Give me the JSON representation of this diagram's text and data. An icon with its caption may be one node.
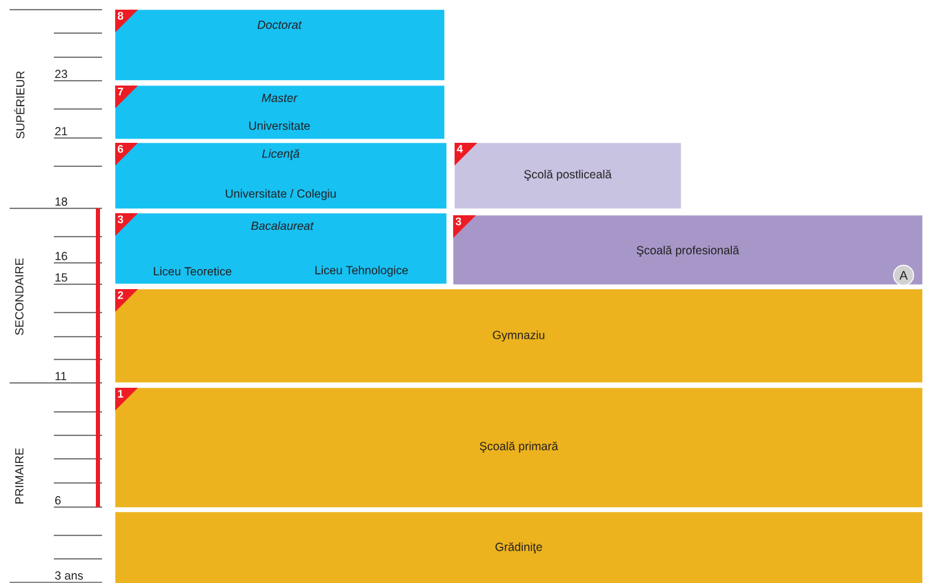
{
  "diagram": {
    "nodes": [
      {
        "text": [
          "8",
          "Doctorat"
        ]
      },
      {
        "text": [
          "7",
          "Master",
          "Universitate"
        ]
      },
      {
        "text": [
          "6",
          "Licenţă",
          "Universitate / Colegiu"
        ]
      },
      {
        "text": [
          "4",
          "Şcolă postliceală"
        ]
      },
      {
        "text": [
          "3",
          "Bacalaureat",
          "Liceu Teoretice",
          "Liceu Tehnologice"
        ]
      },
      {
        "text": [
          "3",
          "Şcoală profesională"
        ]
      },
      {
        "text": [
          "A"
        ],
        "in": 5
      },
      {
        "text": [
          "2",
          "Gymnaziu"
        ]
      },
      {
        "text": [
          "1",
          "Şcoală primară"
        ]
      },
      {
        "text": [
          "Grădiniţe"
        ]
      }
    ],
    "labels": [
      "SUPÉRIEUR",
      "23",
      "21",
      "18",
      "SECONDAIRE",
      "16",
      "15",
      "11",
      "PRIMAIRE",
      "6",
      "3 ans"
    ]
  }
}
